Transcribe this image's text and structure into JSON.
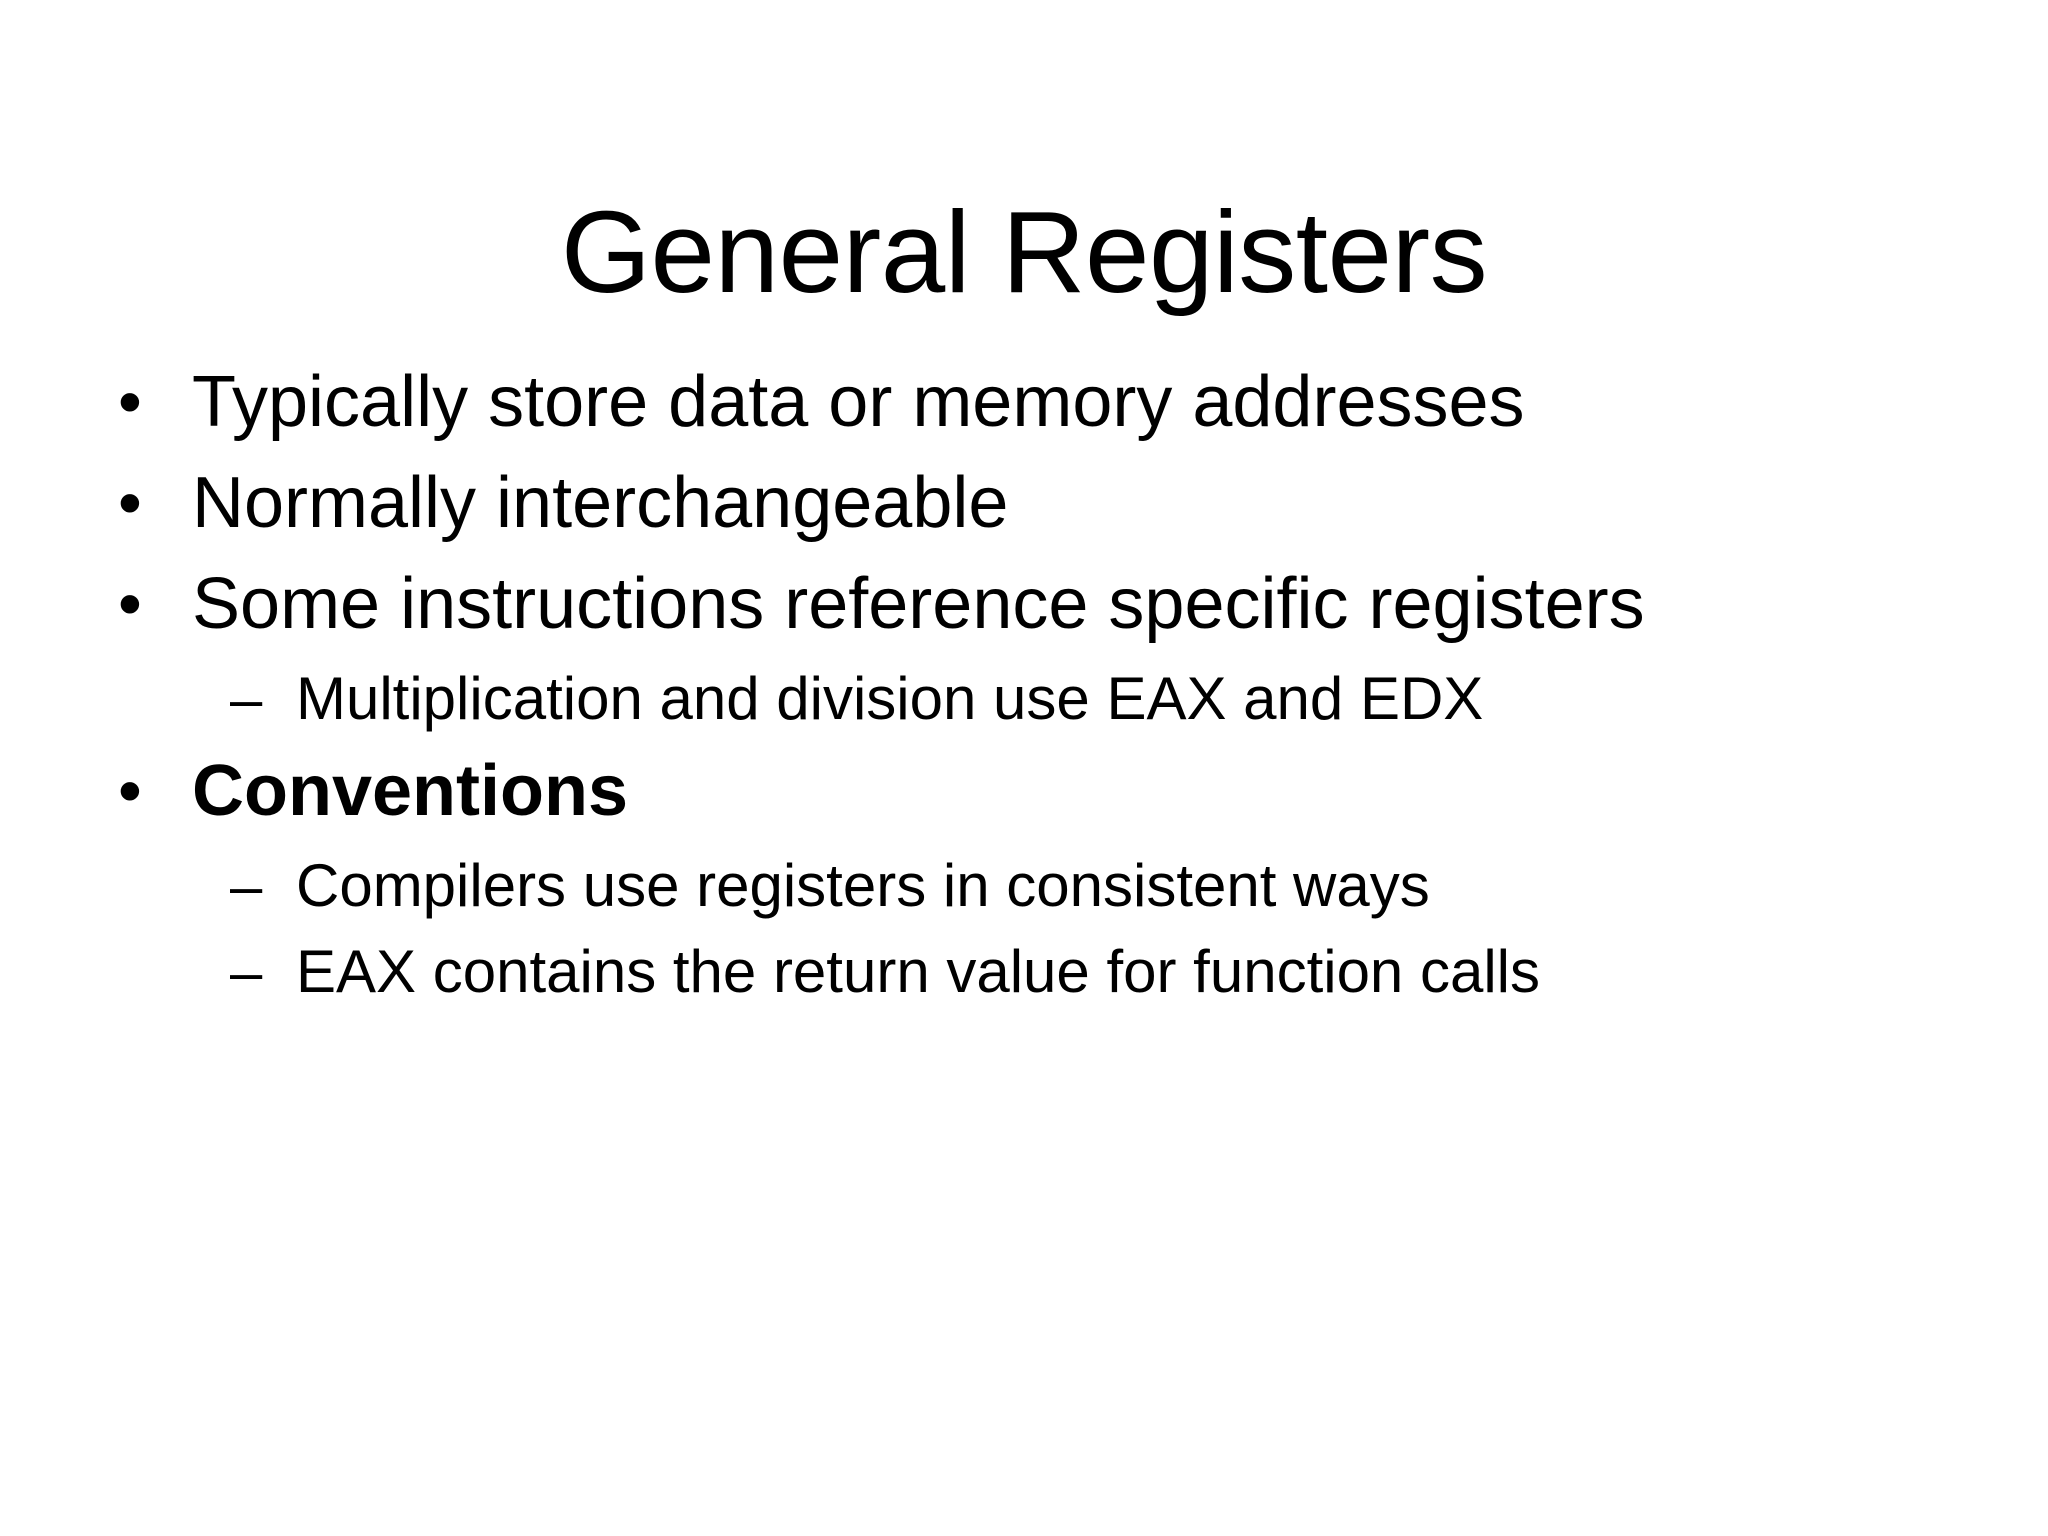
{
  "slide": {
    "title": "General Registers",
    "background_color": "#FFFFFF",
    "text_color": "#000000",
    "level1_marker": "•",
    "level2_marker": "–",
    "bullets": [
      {
        "level": 1,
        "marker": "•",
        "text": "Typically store data or memory addresses",
        "bold": false
      },
      {
        "level": 1,
        "marker": "•",
        "text": "Normally interchangeable",
        "bold": false
      },
      {
        "level": 1,
        "marker": "•",
        "text": "Some instructions reference specific registers",
        "bold": false
      },
      {
        "level": 2,
        "marker": "–",
        "text": "Multiplication and division use EAX and EDX",
        "bold": false
      },
      {
        "level": 1,
        "marker": "•",
        "text": "Conventions",
        "bold": true
      },
      {
        "level": 2,
        "marker": "–",
        "text": "Compilers use registers in consistent ways",
        "bold": false
      },
      {
        "level": 2,
        "marker": "–",
        "text": "EAX contains the return value for function calls",
        "bold": false
      }
    ]
  }
}
